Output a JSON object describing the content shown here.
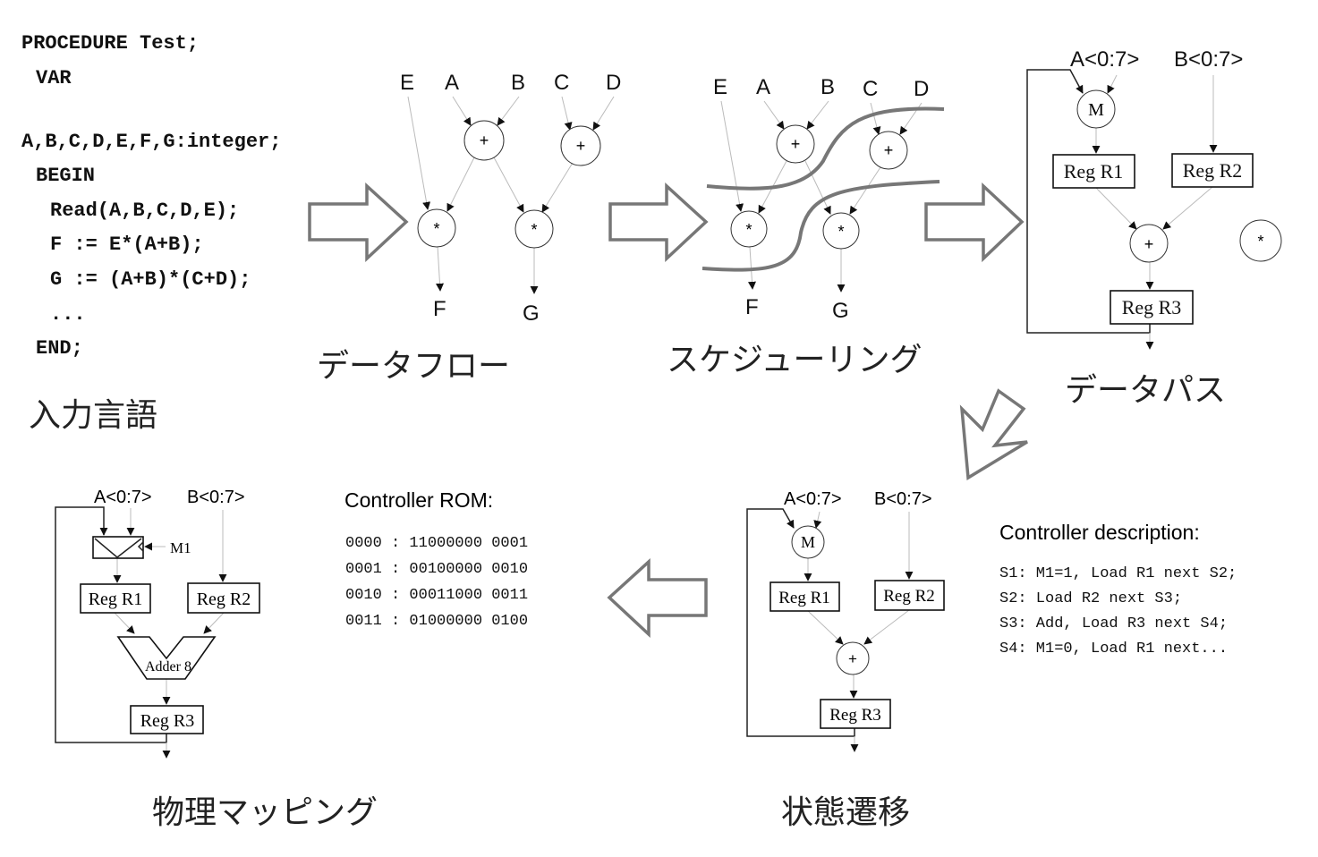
{
  "input_language": {
    "caption": "入力言語",
    "code": [
      "PROCEDURE Test;",
      "VAR",
      "A,B,C,D,E,F,G:integer;",
      "BEGIN",
      "Read(A,B,C,D,E);",
      "F := E*(A+B);",
      "G := (A+B)*(C+D);",
      "...",
      "END;"
    ]
  },
  "dataflow": {
    "caption": "データフロー",
    "inputs": [
      "E",
      "A",
      "B",
      "C",
      "D"
    ],
    "outputs": [
      "F",
      "G"
    ],
    "ops": [
      "+",
      "+",
      "*",
      "*"
    ]
  },
  "scheduling": {
    "caption": "スケジューリング",
    "inputs": [
      "E",
      "A",
      "B",
      "C",
      "D"
    ],
    "outputs": [
      "F",
      "G"
    ],
    "ops": [
      "+",
      "+",
      "*",
      "*"
    ]
  },
  "datapath": {
    "caption": "データパス",
    "inputs": [
      "A<0:7>",
      "B<0:7>"
    ],
    "mux": "M",
    "regs": [
      "Reg R1",
      "Reg R2",
      "Reg R3"
    ],
    "ops": [
      "+",
      "*"
    ]
  },
  "state_transition": {
    "caption": "状態遷移",
    "inputs": [
      "A<0:7>",
      "B<0:7>"
    ],
    "mux": "M",
    "regs": [
      "Reg R1",
      "Reg R2",
      "Reg R3"
    ],
    "op": "+",
    "controller_title": "Controller description:",
    "controller_lines": [
      "S1: M1=1, Load R1 next S2;",
      "S2: Load R2 next S3;",
      "S3: Add, Load R3 next S4;",
      "S4: M1=0, Load R1 next..."
    ]
  },
  "physical_mapping": {
    "caption": "物理マッピング",
    "inputs": [
      "A<0:7>",
      "B<0:7>"
    ],
    "mux_select": "M1",
    "regs": [
      "Reg R1",
      "Reg R2",
      "Reg R3"
    ],
    "adder": "Adder 8",
    "rom_title": "Controller ROM:",
    "rom_lines": [
      "0000 : 11000000 0001",
      "0001 : 00100000 0010",
      "0010 : 00011000 0011",
      "0011 : 01000000 0100"
    ]
  }
}
